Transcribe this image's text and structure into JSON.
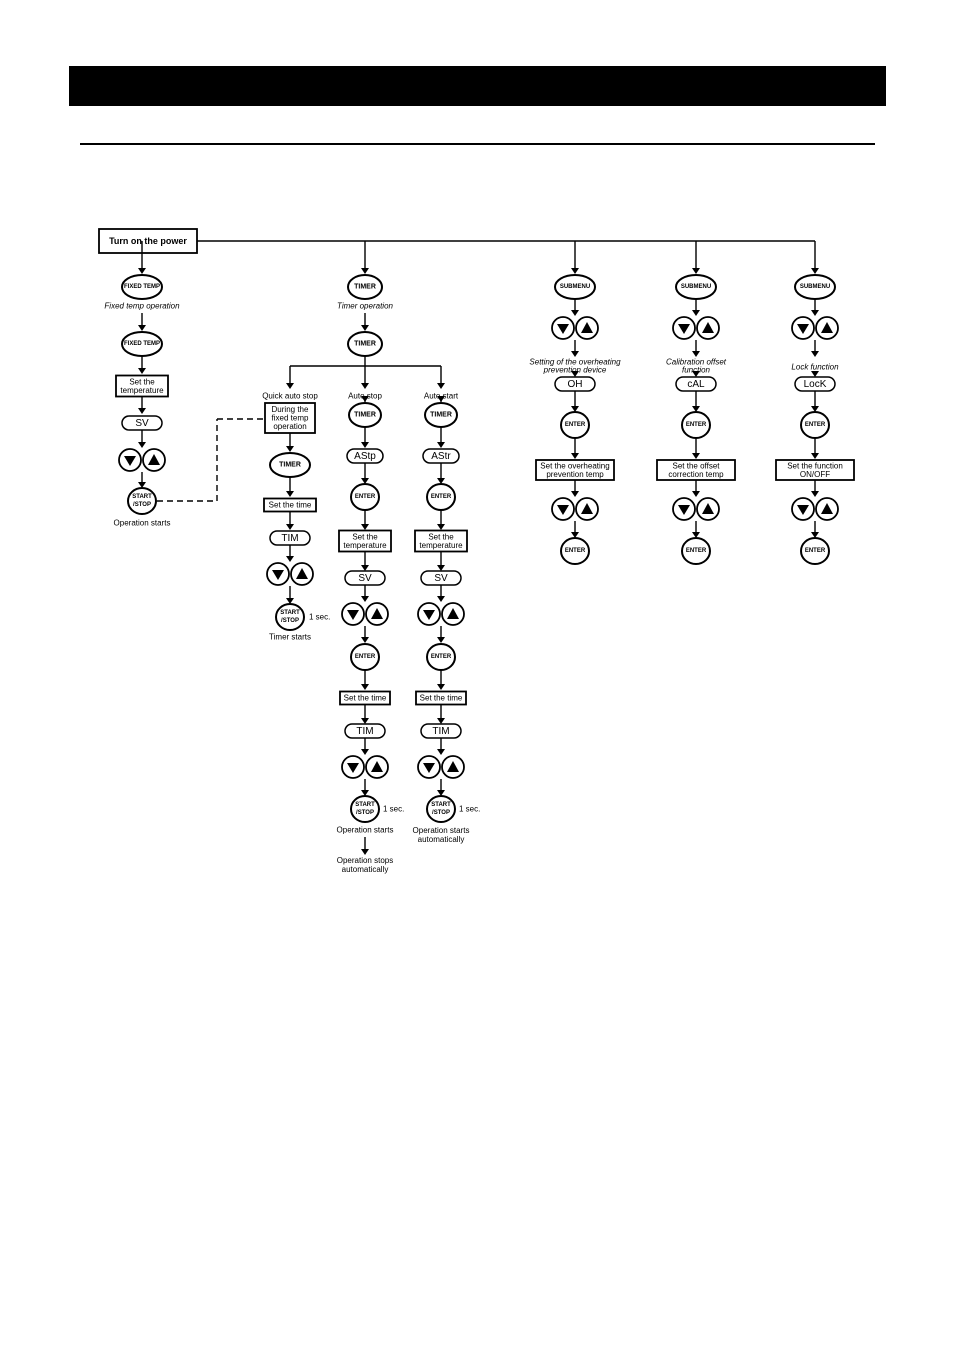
{
  "root": "Turn on the power",
  "col_fixed": {
    "key": "FIXED TEMP",
    "caption": "Fixed temp operation",
    "set_temp": [
      "Set the",
      "temperature"
    ],
    "sv": "SV",
    "start": [
      "START",
      "/STOP"
    ],
    "result": "Operation starts"
  },
  "col_timer": {
    "key": "TIMER",
    "caption": "Timer operation",
    "quick": {
      "label": "Quick auto stop",
      "box": [
        "During the",
        "fixed temp",
        "operation"
      ],
      "key": "TIMER",
      "set_time": "Set the time",
      "tim": "TIM",
      "start": [
        "START",
        "/STOP"
      ],
      "sec": "1 sec.",
      "result": "Timer starts"
    },
    "autostop": {
      "label": "Auto stop",
      "key": "TIMER",
      "mode": "AStp",
      "enter": "ENTER",
      "set_temp": [
        "Set the",
        "temperature"
      ],
      "sv": "SV",
      "set_time": "Set the time",
      "tim": "TIM",
      "start": [
        "START",
        "/STOP"
      ],
      "sec": "1 sec.",
      "result": "Operation starts",
      "final": [
        "Operation stops",
        "automatically"
      ]
    },
    "autostart": {
      "label": "Auto start",
      "key": "TIMER",
      "mode": "AStr",
      "enter": "ENTER",
      "set_temp": [
        "Set the",
        "temperature"
      ],
      "sv": "SV",
      "set_time": "Set the time",
      "tim": "TIM",
      "start": [
        "START",
        "/STOP"
      ],
      "sec": "1 sec.",
      "result": [
        "Operation starts",
        "automatically"
      ]
    }
  },
  "submenus": [
    {
      "key": "SUBMENU",
      "caption": [
        "Setting of the overheating",
        "prevention device"
      ],
      "code": "OH",
      "enter": "ENTER",
      "box": [
        "Set the overheating",
        "prevention temp"
      ]
    },
    {
      "key": "SUBMENU",
      "caption": [
        "Calibration offset",
        "function"
      ],
      "code": "cAL",
      "enter": "ENTER",
      "box": [
        "Set the offset",
        "correction temp"
      ]
    },
    {
      "key": "SUBMENU",
      "caption": [
        "Lock function"
      ],
      "code": "LocK",
      "enter": "ENTER",
      "box": [
        "Set the function",
        "ON/OFF"
      ]
    }
  ],
  "icons": {
    "down": "down-triangle-icon",
    "up": "up-triangle-icon"
  }
}
